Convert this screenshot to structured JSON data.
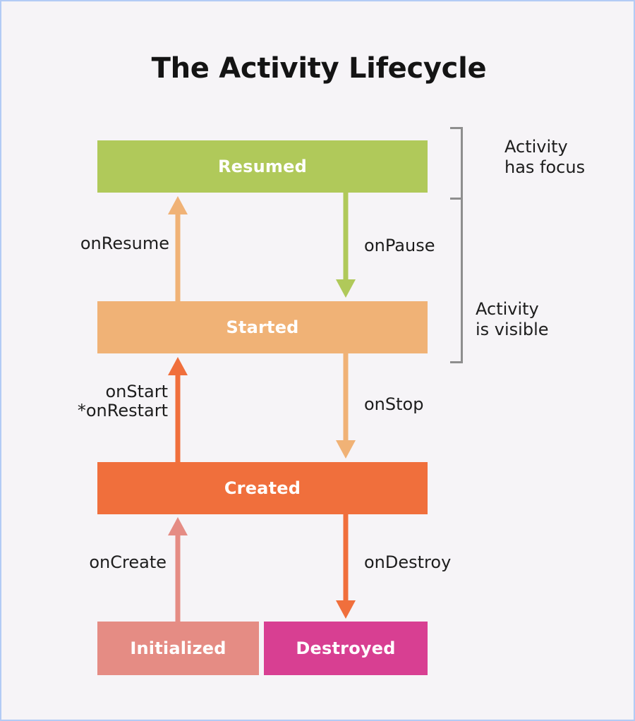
{
  "diagram": {
    "title": "The Activity Lifecycle",
    "background_color": "#f6f4f7",
    "border_color": "#b3cbf5",
    "text_color": "#1d1d1d"
  },
  "states": [
    {
      "id": "resumed",
      "label": "Resumed",
      "color": "#b0c95a"
    },
    {
      "id": "started",
      "label": "Started",
      "color": "#f0b276"
    },
    {
      "id": "created",
      "label": "Created",
      "color": "#f06f3c"
    },
    {
      "id": "initialized",
      "label": "Initialized",
      "color": "#e58c84"
    },
    {
      "id": "destroyed",
      "label": "Destroyed",
      "color": "#d83f92"
    }
  ],
  "transitions": [
    {
      "id": "onresume",
      "label": "onResume",
      "from": "started",
      "to": "resumed",
      "direction": "up",
      "color": "#f0b276"
    },
    {
      "id": "onpause",
      "label": "onPause",
      "from": "resumed",
      "to": "started",
      "direction": "down",
      "color": "#b0c95a"
    },
    {
      "id": "onstart",
      "label": "onStart\n*onRestart",
      "from": "created",
      "to": "started",
      "direction": "up",
      "color": "#f06f3c"
    },
    {
      "id": "onstop",
      "label": "onStop",
      "from": "started",
      "to": "created",
      "direction": "down",
      "color": "#f0b276"
    },
    {
      "id": "oncreate",
      "label": "onCreate",
      "from": "initialized",
      "to": "created",
      "direction": "up",
      "color": "#e58c84"
    },
    {
      "id": "ondestroy",
      "label": "onDestroy",
      "from": "created",
      "to": "destroyed",
      "direction": "down",
      "color": "#f06f3c"
    }
  ],
  "annotations": [
    {
      "id": "focus",
      "label": "Activity\nhas focus",
      "covers": [
        "resumed"
      ],
      "bracket_color": "#8e8e8e"
    },
    {
      "id": "visible",
      "label": "Activity\nis visible",
      "covers": [
        "resumed",
        "started"
      ],
      "bracket_color": "#8e8e8e"
    }
  ]
}
